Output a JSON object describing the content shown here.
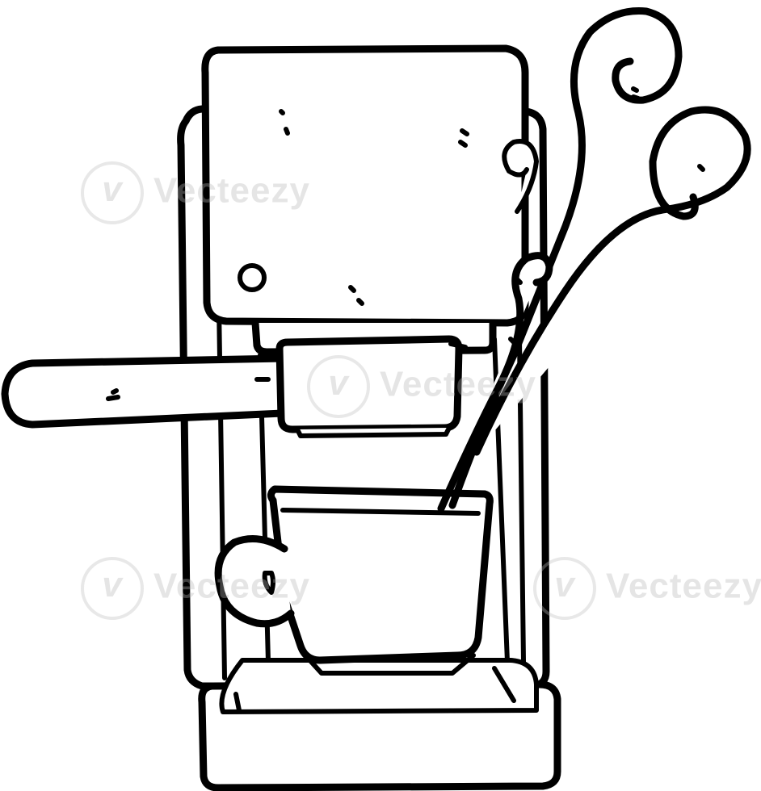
{
  "watermark": {
    "text": "Vecteezy",
    "logo_glyph": "v",
    "color": "#bdbdbd"
  },
  "illustration": {
    "subject": "espresso-machine-cartoon",
    "stroke_color": "#000000",
    "fill_color": "#ffffff"
  }
}
